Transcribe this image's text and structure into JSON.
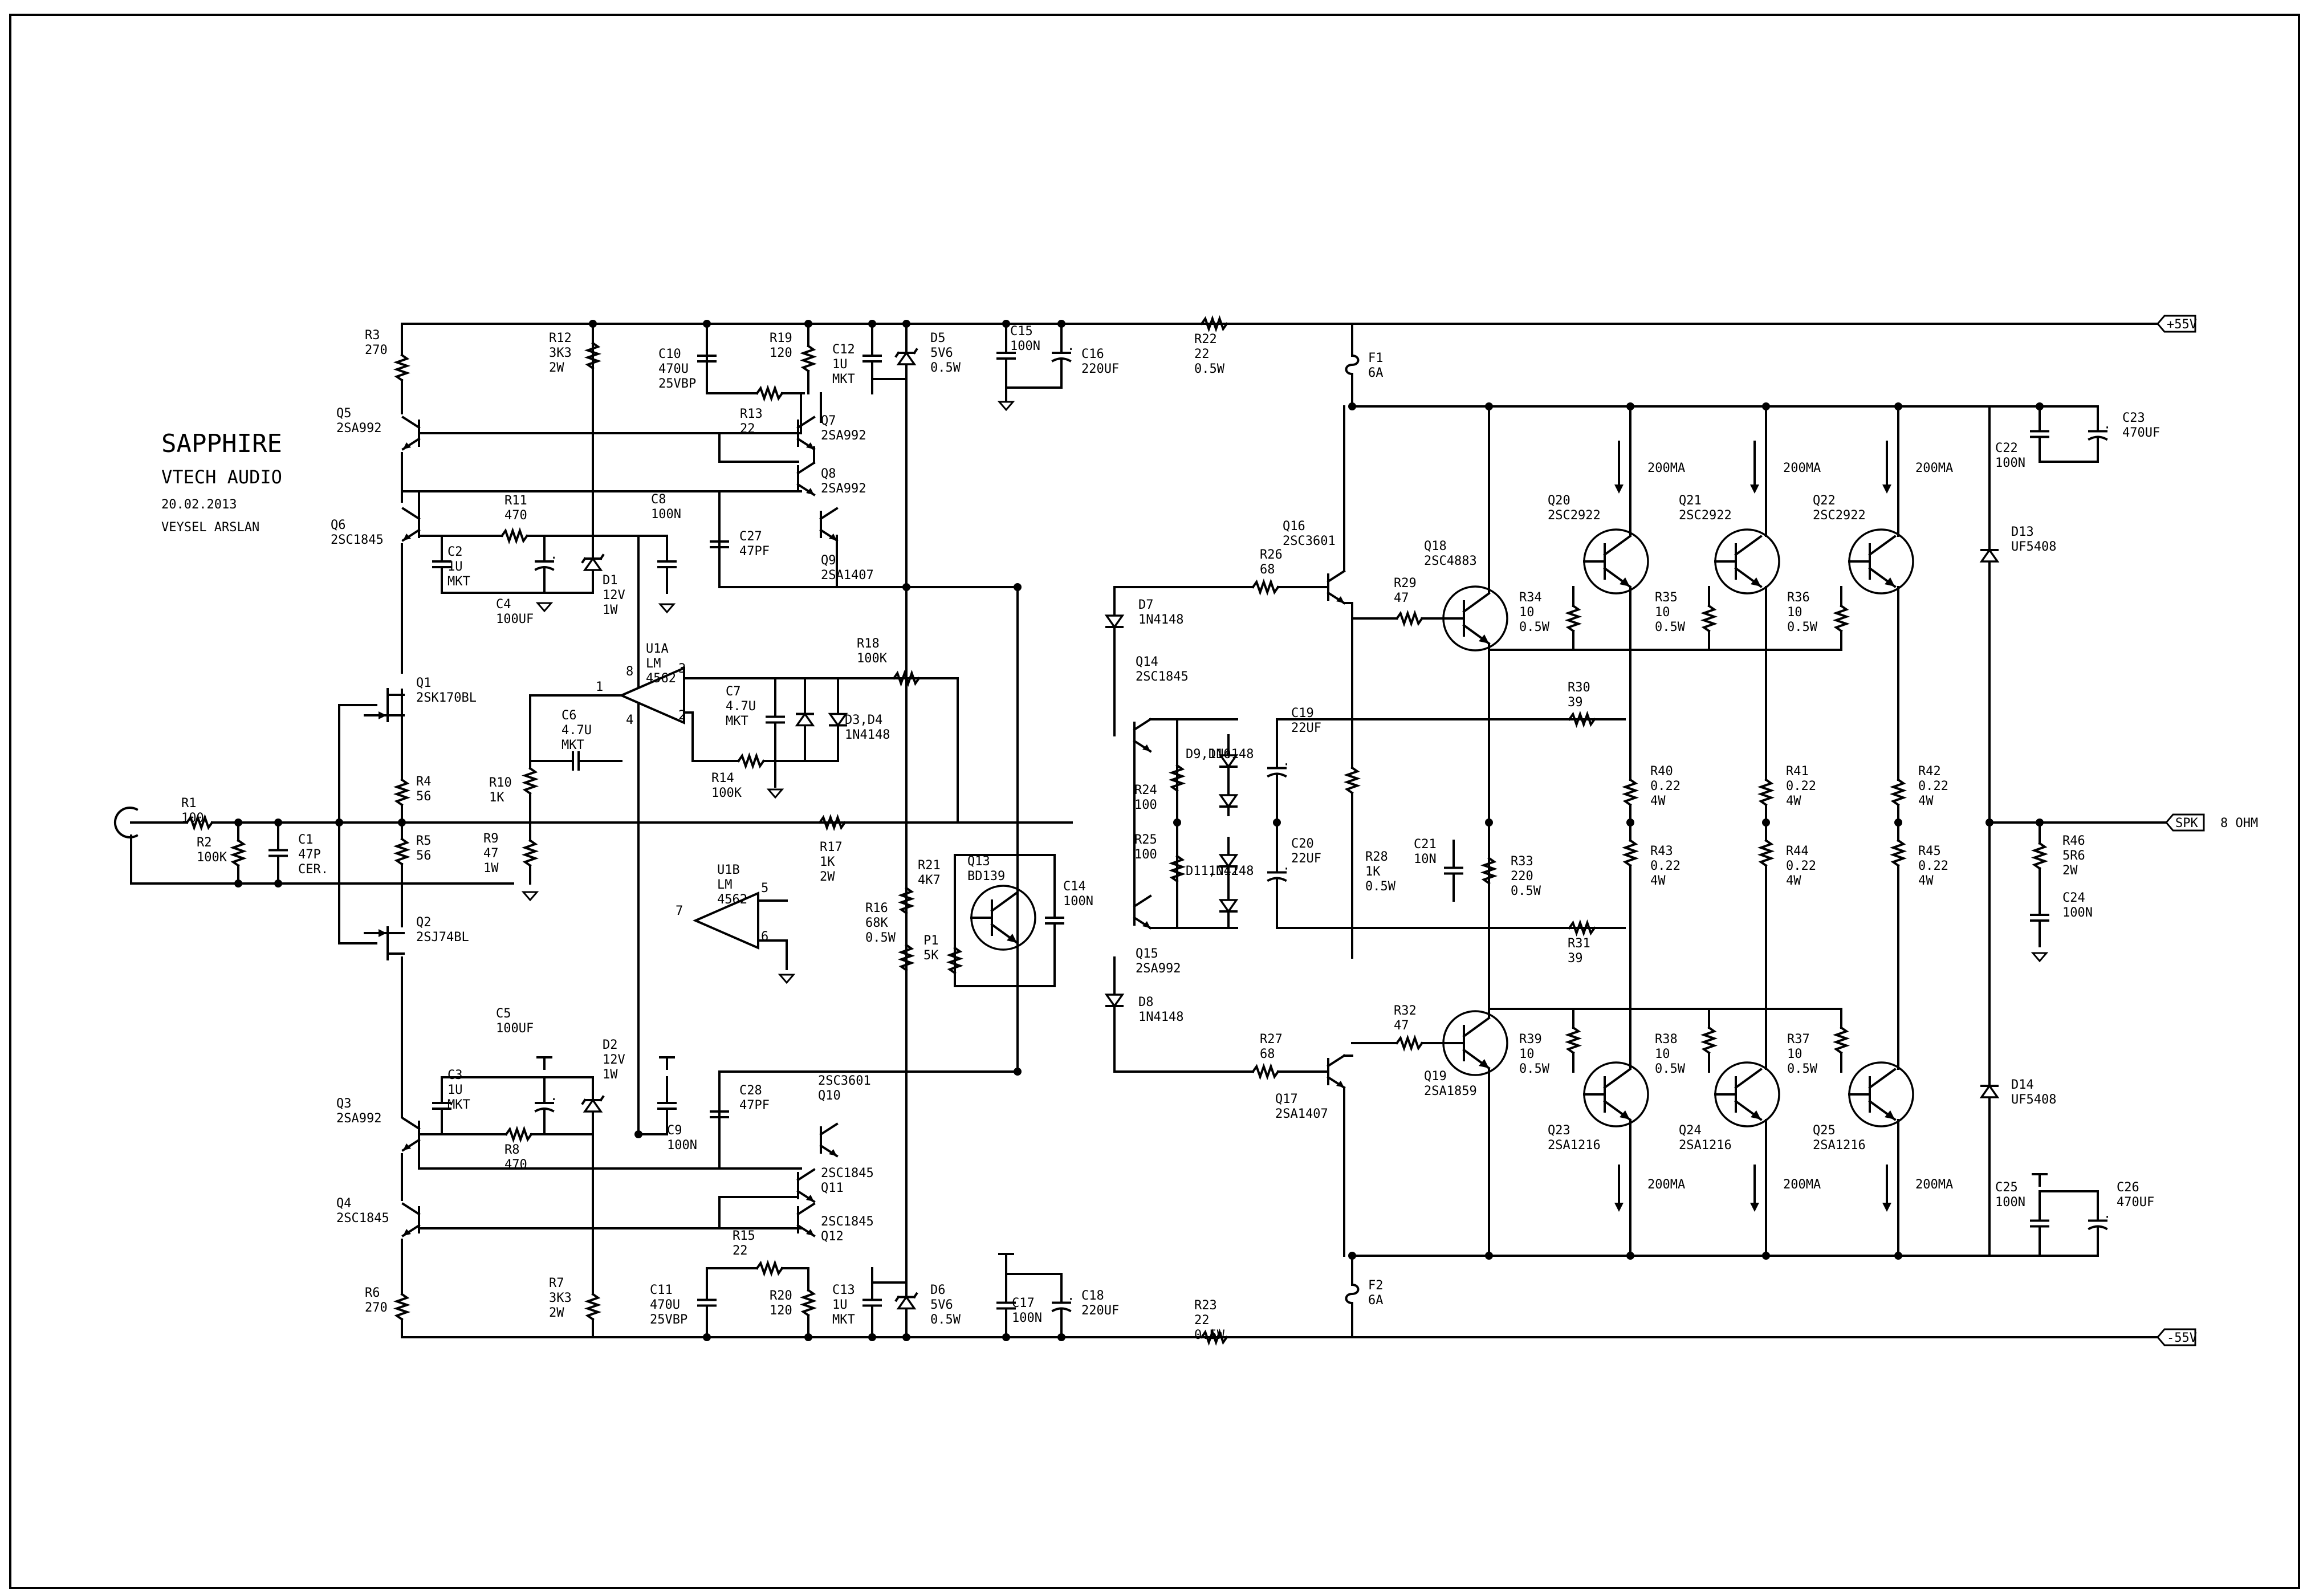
{
  "title_block": {
    "name": "SAPPHIRE",
    "company": "VTECH AUDIO",
    "date": "20.02.2013",
    "author": "VEYSEL ARSLAN"
  },
  "rails": {
    "pos": "+55V",
    "neg": "-55V",
    "spk": "SPK",
    "load": "8 OHM"
  },
  "components": {
    "R1": [
      "R1",
      "100"
    ],
    "R2": [
      "R2",
      "100K"
    ],
    "C1": [
      "C1",
      "47P",
      "CER."
    ],
    "R3": [
      "R3",
      "270"
    ],
    "R4": [
      "R4",
      "56"
    ],
    "R5": [
      "R5",
      "56"
    ],
    "R6": [
      "R6",
      "270"
    ],
    "R7": [
      "R7",
      "3K3",
      "2W"
    ],
    "R8": [
      "R8",
      "470"
    ],
    "R9": [
      "R9",
      "47",
      "1W"
    ],
    "R10": [
      "R10",
      "1K"
    ],
    "R11": [
      "R11",
      "470"
    ],
    "R12": [
      "R12",
      "3K3",
      "2W"
    ],
    "R13": [
      "R13",
      "22"
    ],
    "R14": [
      "R14",
      "100K"
    ],
    "R15": [
      "R15",
      "22"
    ],
    "R16": [
      "R16",
      "68K",
      "0.5W"
    ],
    "R17": [
      "R17",
      "1K",
      "2W"
    ],
    "R18": [
      "R18",
      "100K"
    ],
    "R19": [
      "R19",
      "120"
    ],
    "R20": [
      "R20",
      "120"
    ],
    "R21": [
      "R21",
      "4K7"
    ],
    "P1": [
      "P1",
      "5K"
    ],
    "R22": [
      "R22",
      "22",
      "0.5W"
    ],
    "R23": [
      "R23",
      "22",
      "0.5W"
    ],
    "R24": [
      "R24",
      "100"
    ],
    "R25": [
      "R25",
      "100"
    ],
    "R26": [
      "R26",
      "68"
    ],
    "R27": [
      "R27",
      "68"
    ],
    "R28": [
      "R28",
      "1K",
      "0.5W"
    ],
    "R29": [
      "R29",
      "47"
    ],
    "R30": [
      "R30",
      "39"
    ],
    "R31": [
      "R31",
      "39"
    ],
    "R32": [
      "R32",
      "47"
    ],
    "R33": [
      "R33",
      "220",
      "0.5W"
    ],
    "R34": [
      "R34",
      "10",
      "0.5W"
    ],
    "R35": [
      "R35",
      "10",
      "0.5W"
    ],
    "R36": [
      "R36",
      "10",
      "0.5W"
    ],
    "R37": [
      "R37",
      "10",
      "0.5W"
    ],
    "R38": [
      "R38",
      "10",
      "0.5W"
    ],
    "R39": [
      "R39",
      "10",
      "0.5W"
    ],
    "R40": [
      "R40",
      "0.22",
      "4W"
    ],
    "R41": [
      "R41",
      "0.22",
      "4W"
    ],
    "R42": [
      "R42",
      "0.22",
      "4W"
    ],
    "R43": [
      "R43",
      "0.22",
      "4W"
    ],
    "R44": [
      "R44",
      "0.22",
      "4W"
    ],
    "R45": [
      "R45",
      "0.22",
      "4W"
    ],
    "R46": [
      "R46",
      "5R6",
      "2W"
    ],
    "C2": [
      "C2",
      "1U",
      "MKT"
    ],
    "C3": [
      "C3",
      "1U",
      "MKT"
    ],
    "C4": [
      "C4",
      "100UF"
    ],
    "C5": [
      "C5",
      "100UF"
    ],
    "C6": [
      "C6",
      "4.7U",
      "MKT"
    ],
    "C7": [
      "C7",
      "4.7U",
      "MKT"
    ],
    "C8": [
      "C8",
      "100N"
    ],
    "C9": [
      "C9",
      "100N"
    ],
    "C10": [
      "C10",
      "470U",
      "25VBP"
    ],
    "C11": [
      "C11",
      "470U",
      "25VBP"
    ],
    "C12": [
      "C12",
      "1U",
      "MKT"
    ],
    "C13": [
      "C13",
      "1U",
      "MKT"
    ],
    "C14": [
      "C14",
      "100N"
    ],
    "C15": [
      "C15",
      "100N"
    ],
    "C16": [
      "C16",
      "220UF"
    ],
    "C17": [
      "C17",
      "100N"
    ],
    "C18": [
      "C18",
      "220UF"
    ],
    "C19": [
      "C19",
      "22UF"
    ],
    "C20": [
      "C20",
      "22UF"
    ],
    "C21": [
      "C21",
      "10N"
    ],
    "C22": [
      "C22",
      "100N"
    ],
    "C23": [
      "C23",
      "470UF"
    ],
    "C24": [
      "C24",
      "100N"
    ],
    "C25": [
      "C25",
      "100N"
    ],
    "C26": [
      "C26",
      "470UF"
    ],
    "C27": [
      "C27",
      "47PF"
    ],
    "C28": [
      "C28",
      "47PF"
    ],
    "D1": [
      "D1",
      "12V",
      "1W"
    ],
    "D2": [
      "D2",
      "12V",
      "1W"
    ],
    "D34": [
      "D3,D4",
      "1N4148"
    ],
    "D5": [
      "D5",
      "5V6",
      "0.5W"
    ],
    "D6": [
      "D6",
      "5V6",
      "0.5W"
    ],
    "D7": [
      "D7",
      "1N4148"
    ],
    "D8": [
      "D8",
      "1N4148"
    ],
    "D910": [
      "D9,D10",
      "1N4148"
    ],
    "D1112": [
      "D11,D12",
      "1N4148"
    ],
    "D13": [
      "D13",
      "UF5408"
    ],
    "D14": [
      "D14",
      "UF5408"
    ],
    "F1": [
      "F1",
      "6A"
    ],
    "F2": [
      "F2",
      "6A"
    ],
    "U1A": [
      "U1A",
      "LM",
      "4562"
    ],
    "U1B": [
      "U1B",
      "LM",
      "4562"
    ],
    "Q1": [
      "Q1",
      "2SK170BL"
    ],
    "Q2": [
      "Q2",
      "2SJ74BL"
    ],
    "Q3": [
      "Q3",
      "2SA992"
    ],
    "Q4": [
      "Q4",
      "2SC1845"
    ],
    "Q5": [
      "Q5",
      "2SA992"
    ],
    "Q6": [
      "Q6",
      "2SC1845"
    ],
    "Q7": [
      "Q7",
      "2SA992"
    ],
    "Q8": [
      "Q8",
      "2SA992"
    ],
    "Q9": [
      "Q9",
      "2SA1407"
    ],
    "Q10": [
      "2SC3601",
      "Q10"
    ],
    "Q11": [
      "2SC1845",
      "Q11"
    ],
    "Q12": [
      "2SC1845",
      "Q12"
    ],
    "Q13": [
      "Q13",
      "BD139"
    ],
    "Q14": [
      "Q14",
      "2SC1845"
    ],
    "Q15": [
      "Q15",
      "2SA992"
    ],
    "Q16": [
      "Q16",
      "2SC3601"
    ],
    "Q17": [
      "Q17",
      "2SA1407"
    ],
    "Q18": [
      "Q18",
      "2SC4883"
    ],
    "Q19": [
      "Q19",
      "2SA1859"
    ],
    "Q20": [
      "Q20",
      "2SC2922"
    ],
    "Q21": [
      "Q21",
      "2SC2922"
    ],
    "Q22": [
      "Q22",
      "2SC2922"
    ],
    "Q23": [
      "Q23",
      "2SA1216"
    ],
    "Q24": [
      "Q24",
      "2SA1216"
    ],
    "Q25": [
      "Q25",
      "2SA1216"
    ]
  },
  "pins": {
    "u1a_in_pos": "3",
    "u1a_in_neg": "2",
    "u1a_out": "1",
    "u1a_vplus": "8",
    "u1a_vminus": "4",
    "u1b_in_pos": "5",
    "u1b_in_neg": "6",
    "u1b_out": "7",
    "plus": "+",
    "minus": "-"
  },
  "bias_label": "200MA"
}
